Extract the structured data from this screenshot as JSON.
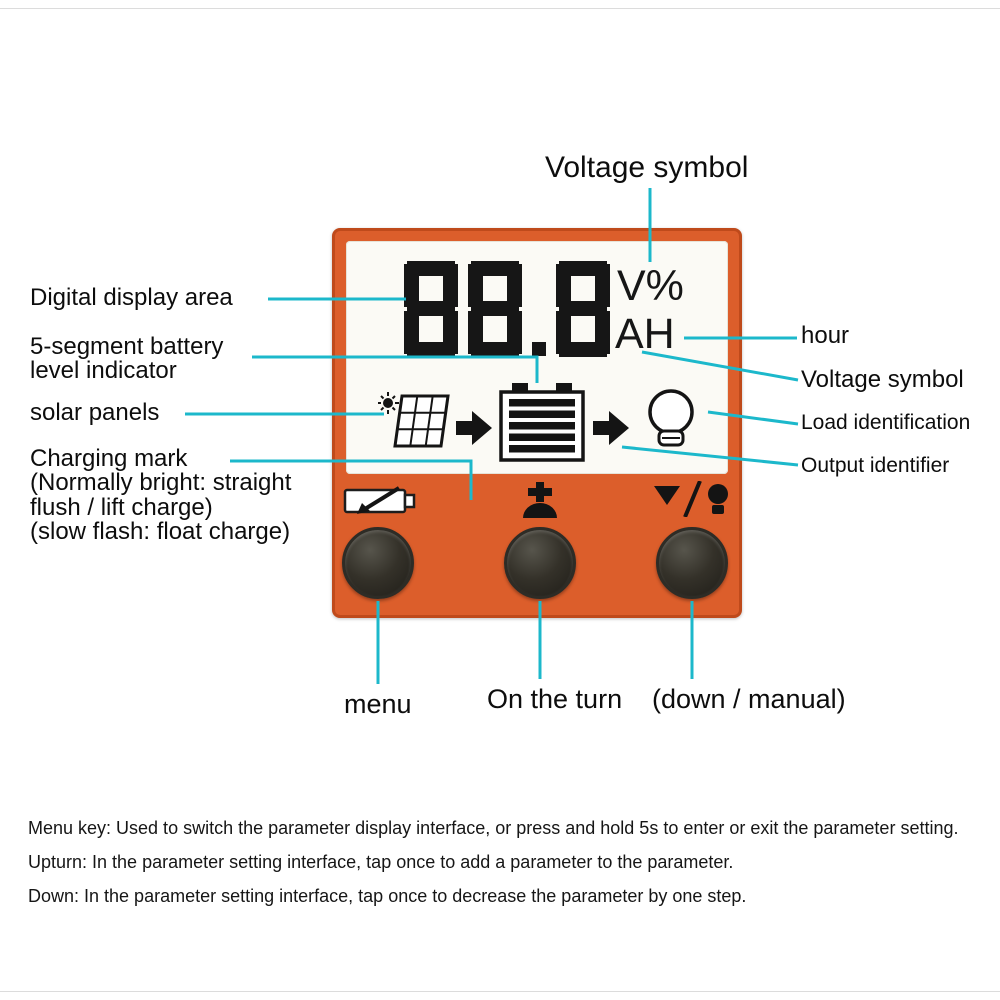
{
  "colors": {
    "device_orange": "#dc5e2b",
    "device_border": "#bf4a1b",
    "lcd_bg": "#fbfaf5",
    "leader_cyan": "#1cb8cb",
    "glyph_black": "#141414",
    "knob_dark": "#2e2c26"
  },
  "lcd": {
    "value": "88.8",
    "unit_top": "V%",
    "unit_bottom": "AH"
  },
  "icons": [
    "solar-panel-icon",
    "flow-arrow-icon",
    "battery-level-icon",
    "load-bulb-icon",
    "charging-mark-icon",
    "up-plus-icon",
    "down-manual-icon"
  ],
  "annotations": {
    "top_voltage_symbol": "Voltage symbol",
    "digital_display_area": "Digital display area",
    "battery_level_indicator": "5-segment battery\nlevel indicator",
    "solar_panels": "solar panels",
    "charging_mark": "Charging mark\n(Normally bright: straight\nflush / lift charge)\n(slow flash: float charge)",
    "hour": "hour",
    "right_voltage_symbol": "Voltage symbol",
    "load_identification": "Load identification",
    "output_identifier": "Output identifier",
    "menu_button": "menu",
    "up_button": "On the turn",
    "down_button": "(down / manual)"
  },
  "notes": [
    "Menu key: Used to switch the parameter display interface, or press and hold 5s to enter or exit the parameter setting.",
    "Upturn: In the parameter setting interface, tap once to add a parameter to the parameter.",
    "Down: In the parameter setting interface, tap once to decrease the parameter by one step."
  ]
}
